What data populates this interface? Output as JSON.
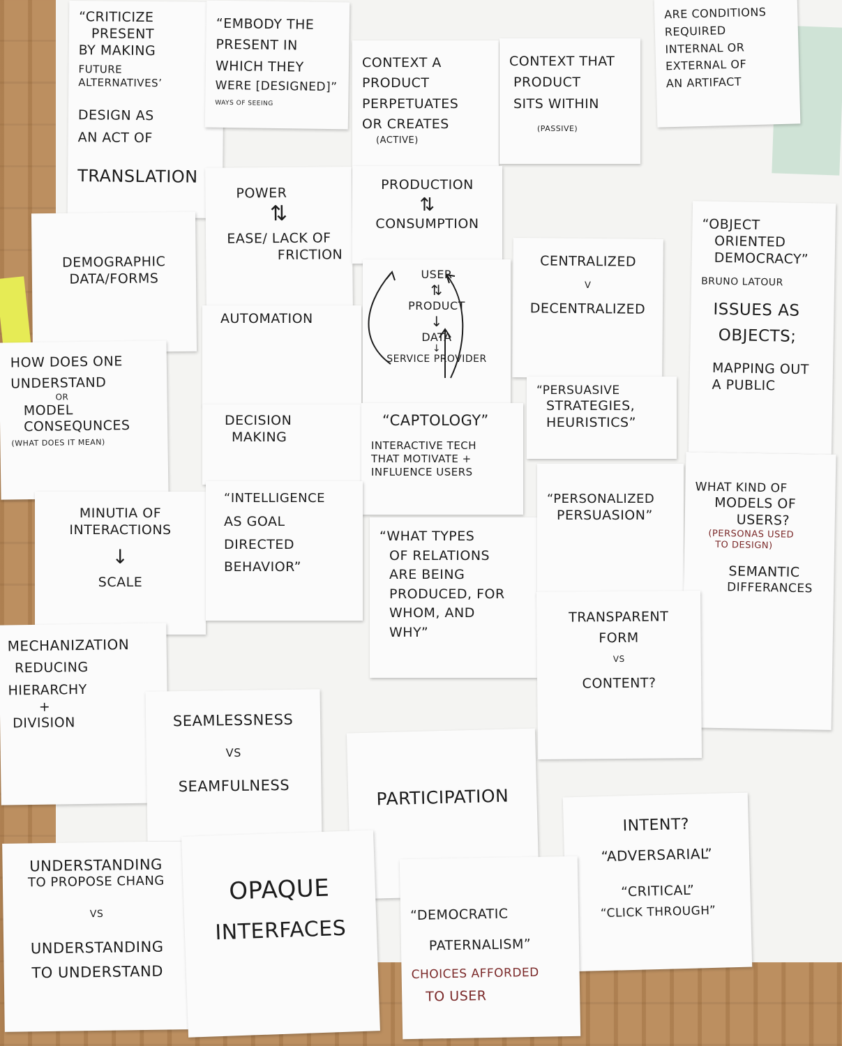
{
  "notes": {
    "criticize": {
      "quote": "“CRITICIZE",
      "line2": "PRESENT",
      "line3": "BY MAKING",
      "line4": "FUTURE",
      "line5": "ALTERNATIVES’",
      "design1": "DESIGN AS",
      "design2": "AN ACT OF",
      "translation": "TRANSLATION"
    },
    "embody": {
      "l1": "“EMBODY THE",
      "l2": "PRESENT IN",
      "l3": "WHICH THEY",
      "l4": "WERE [DESIGNED]”",
      "sub": "WAYS OF SEEING"
    },
    "context_active": {
      "l1": "CONTEXT A",
      "l2": "PRODUCT",
      "l3": "PERPETUATES",
      "l4": "OR CREATES",
      "sub": "(ACTIVE)"
    },
    "context_passive": {
      "l1": "CONTEXT THAT",
      "l2": "PRODUCT",
      "l3": "SITS WITHIN",
      "sub": "(PASSIVE)"
    },
    "conditions": {
      "l1": "ARE CONDITIONS",
      "l2": "REQUIRED",
      "l3": "INTERNAL OR",
      "l4": "EXTERNAL OF",
      "l5": "AN ARTIFACT"
    },
    "power": {
      "l1": "POWER",
      "l2": "EASE/ LACK OF",
      "l3": "FRICTION"
    },
    "production": {
      "l1": "PRODUCTION",
      "l2": "CONSUMPTION"
    },
    "demographic": {
      "l1": "DEMOGRAPHIC",
      "l2": "DATA/FORMS"
    },
    "centralized": {
      "l1": "CENTRALIZED",
      "l2": "V",
      "l3": "DECENTRALIZED"
    },
    "object_democracy": {
      "l1": "“OBJECT",
      "l2": "ORIENTED",
      "l3": "DEMOCRACY”",
      "l4": "BRUNO LATOUR",
      "l5": "ISSUES AS",
      "l6": "OBJECTS;",
      "l7": "MAPPING OUT",
      "l8": "A PUBLIC"
    },
    "automation": {
      "l1": "AUTOMATION"
    },
    "flow": {
      "user": "USER",
      "product": "PRODUCT",
      "data": "DATA",
      "service": "SERVICE PROVIDER"
    },
    "how_does": {
      "l1": "HOW DOES ONE",
      "l2": "UNDERSTAND",
      "l3": "OR",
      "l4": "MODEL",
      "l5": "CONSEQUNCES",
      "l6": "(WHAT DOES IT MEAN)"
    },
    "decision": {
      "l1": "DECISION",
      "l2": "MAKING"
    },
    "captology": {
      "l1": "“CAPTOLOGY”",
      "l2": "INTERACTIVE TECH",
      "l3": "THAT MOTIVATE +",
      "l4": "INFLUENCE USERS"
    },
    "persuasive": {
      "l1": "“PERSUASIVE",
      "l2": "STRATEGIES,",
      "l3": "HEURISTICS”"
    },
    "minutia": {
      "l1": "MINUTIA OF",
      "l2": "INTERACTIONS",
      "l3": "SCALE"
    },
    "intelligence": {
      "l1": "“INTELLIGENCE",
      "l2": "AS GOAL",
      "l3": "DIRECTED",
      "l4": "BEHAVIOR”"
    },
    "relations": {
      "l1": "“WHAT TYPES",
      "l2": "OF RELATIONS",
      "l3": "ARE BEING",
      "l4": "PRODUCED, FOR",
      "l5": "WHOM, AND",
      "l6": "WHY”"
    },
    "personalized": {
      "l1": "“PERSONALIZED",
      "l2": "PERSUASION”"
    },
    "models": {
      "l1": "WHAT KIND OF",
      "l2": "MODELS OF",
      "l3": "USERS?",
      "l4": "(PERSONAS USED",
      "l5": "TO DESIGN)",
      "l6": "SEMANTIC",
      "l7": "DIFFERANCES"
    },
    "mechanization": {
      "l1": "MECHANIZATION",
      "l2": "REDUCING",
      "l3": "HIERARCHY",
      "l4": "+",
      "l5": "DIVISION"
    },
    "transparent": {
      "l1": "TRANSPARENT",
      "l2": "FORM",
      "l3": "VS",
      "l4": "CONTENT?"
    },
    "seamless": {
      "l1": "SEAMLESSNESS",
      "l2": "VS",
      "l3": "SEAMFULNESS"
    },
    "participation": {
      "l1": "PARTICIPATION"
    },
    "intent": {
      "l1": "INTENT?",
      "l2": "“ADVERSARIAL”",
      "l3": "“CRITICAL”",
      "l4": "“CLICK THROUGH”"
    },
    "understanding": {
      "l1": "UNDERSTANDING",
      "l2": "TO PROPOSE CHANG",
      "l3": "VS",
      "l4": "UNDERSTANDING",
      "l5": "TO UNDERSTAND"
    },
    "opaque": {
      "l1": "OPAQUE",
      "l2": "INTERFACES"
    },
    "democratic": {
      "l1": "“DEMOCRATIC",
      "l2": "PATERNALISM”",
      "l3": "CHOICES AFFORDED",
      "l4": "TO USER"
    }
  }
}
